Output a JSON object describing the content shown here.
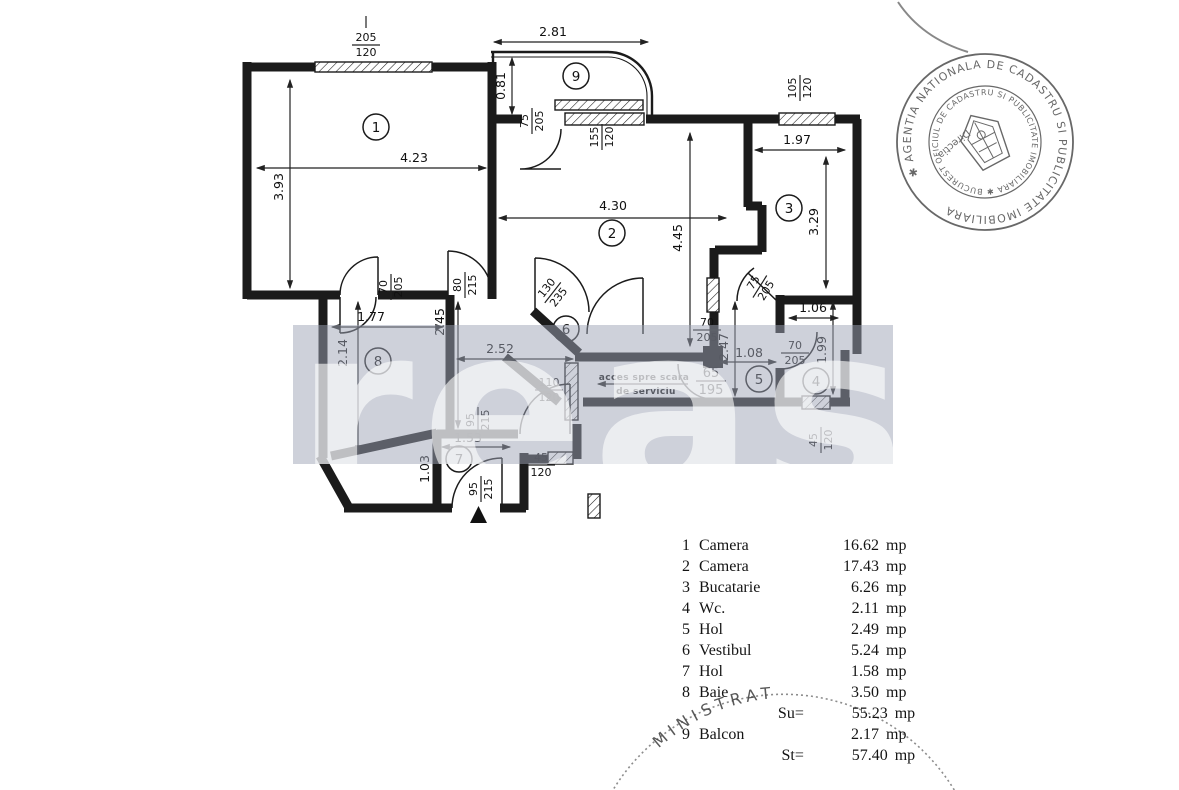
{
  "watermark": {
    "text": "reas"
  },
  "plan": {
    "rooms": [
      "1",
      "2",
      "3",
      "4",
      "5",
      "6",
      "7",
      "8",
      "9"
    ],
    "dims": [
      "4.23",
      "3.93",
      "2.81",
      "0.81",
      "4.30",
      "4.45",
      "1.97",
      "3.29",
      "1.77",
      "2.14",
      "2.45",
      "2.52",
      "1.53",
      "1.03",
      "2.47",
      "1.08",
      "1.06",
      "1.99"
    ],
    "fractions": [
      {
        "num": "205",
        "den": "120"
      },
      {
        "num": "75",
        "den": "205"
      },
      {
        "num": "155",
        "den": "120"
      },
      {
        "num": "105",
        "den": "120"
      },
      {
        "num": "70",
        "den": "205"
      },
      {
        "num": "80",
        "den": "215"
      },
      {
        "num": "130",
        "den": "235"
      },
      {
        "num": "75",
        "den": "205"
      },
      {
        "num": "70",
        "den": "205"
      },
      {
        "num": "70",
        "den": "205"
      },
      {
        "num": "65",
        "den": "195"
      },
      {
        "num": "110",
        "den": "120"
      },
      {
        "num": "95",
        "den": "215"
      },
      {
        "num": "95",
        "den": "215"
      },
      {
        "num": "45",
        "den": "120"
      },
      {
        "num": "45",
        "den": "120"
      }
    ],
    "access": {
      "line1": "acces spre scara",
      "line2": "de serviciu"
    }
  },
  "legend": {
    "rows": [
      {
        "num": "1",
        "name": "Camera",
        "value": "16.62",
        "unit": "mp"
      },
      {
        "num": "2",
        "name": "Camera",
        "value": "17.43",
        "unit": "mp"
      },
      {
        "num": "3",
        "name": "Bucatarie",
        "value": "6.26",
        "unit": "mp"
      },
      {
        "num": "4",
        "name": "Wc.",
        "value": "2.11",
        "unit": "mp"
      },
      {
        "num": "5",
        "name": "Hol",
        "value": "2.49",
        "unit": "mp"
      },
      {
        "num": "6",
        "name": "Vestibul",
        "value": "5.24",
        "unit": "mp"
      },
      {
        "num": "7",
        "name": "Hol",
        "value": "1.58",
        "unit": "mp"
      },
      {
        "num": "8",
        "name": "Baie",
        "value": "3.50",
        "unit": "mp"
      },
      {
        "num": "",
        "name": "Su=",
        "value": "55.23",
        "unit": "mp"
      },
      {
        "num": "9",
        "name": "Balcon",
        "value": "2.17",
        "unit": "mp"
      },
      {
        "num": "",
        "name": "St=",
        "value": "57.40",
        "unit": "mp"
      }
    ]
  },
  "stamps": {
    "round": {
      "outer_text": "✱ AGENTIA NATIONALA DE CADASTRU SI PUBLICITATE IMOBILIARA",
      "inner_text": "OFICIUL DE CADASTRU SI PUBLICITATE IMOBILIARA ✱ BUCURESTI",
      "director_text": "Directia"
    },
    "bottom": {
      "text": "MINISTRAT"
    }
  }
}
